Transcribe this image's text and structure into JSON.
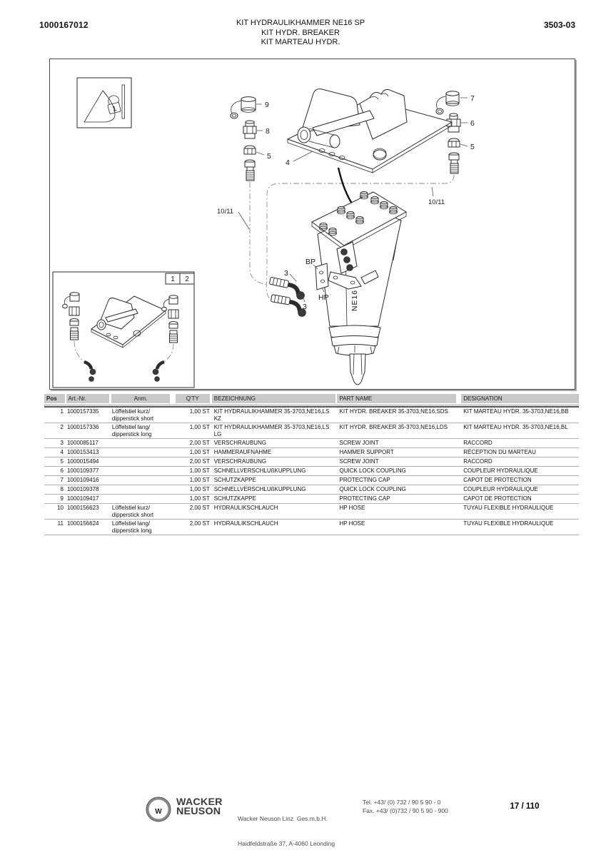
{
  "header": {
    "doc_number": "1000167012",
    "title_line1": "KIT HYDRAULIKHAMMER NE16 SP",
    "title_line2": "KIT HYDR. BREAKER",
    "title_line3": "KIT MARTEAU HYDR.",
    "page_code": "3503-03"
  },
  "diagram": {
    "symbol_lock_digit": "1",
    "callout_9": "9",
    "callout_8": "8",
    "callout_5_left": "5",
    "callout_4": "4",
    "callout_7": "7",
    "callout_6": "6",
    "callout_5_right": "5",
    "callout_3_top": "3",
    "callout_3_bottom": "3",
    "label_bp": "BP",
    "label_hp": "HP",
    "hammer_model": "NE16",
    "hose_ref_left": "10/11",
    "hose_ref_right": "10/11",
    "inset_ref_1": "1",
    "inset_ref_2": "2"
  },
  "table": {
    "columns": [
      "Pos",
      "Art.-Nr.",
      "Anm.",
      "Q'TY",
      "BEZEICHNUNG",
      "PART NAME",
      "DESIGNATION"
    ],
    "rows": [
      {
        "pos": "1",
        "art_nr": "1000157335",
        "anm": "Löffelstiel kurz/\ndipperstick short",
        "qty": "1,00  ST",
        "bezeichnung": "KIT HYDRAULIKHAMMER 35-3703,NE16,LS\nKZ",
        "part_name": "KIT HYDR. BREAKER 35-3703,NE16,SDS",
        "designation": "KIT MARTEAU HYDR. 35-3703,NE16,BB"
      },
      {
        "pos": "2",
        "art_nr": "1000157336",
        "anm": "Löffelstiel lang/\ndipperstick long",
        "qty": "1,00  ST",
        "bezeichnung": "KIT HYDRAULIKHAMMER 35-3703,NE16,LS\nLG",
        "part_name": "KIT HYDR. BREAKER 35-3703,NE16,LDS",
        "designation": "KIT MARTEAU HYDR. 35-3703,NE16,BL"
      },
      {
        "pos": "3",
        "art_nr": "1000085117",
        "anm": "",
        "qty": "2,00  ST",
        "bezeichnung": "VERSCHRAUBUNG",
        "part_name": "SCREW JOINT",
        "designation": "RACCORD"
      },
      {
        "pos": "4",
        "art_nr": "1000153413",
        "anm": "",
        "qty": "1,00  ST",
        "bezeichnung": "HAMMERAUFNAHME",
        "part_name": "HAMMER SUPPORT",
        "designation": "RÉCEPTION DU MARTEAU"
      },
      {
        "pos": "5",
        "art_nr": "1000015494",
        "anm": "",
        "qty": "2,00  ST",
        "bezeichnung": "VERSCHRAUBUNG",
        "part_name": "SCREW JOINT",
        "designation": "RACCORD"
      },
      {
        "pos": "6",
        "art_nr": "1000109377",
        "anm": "",
        "qty": "1,00  ST",
        "bezeichnung": "SCHNELLVERSCHLUßKUPPLUNG",
        "part_name": "QUICK LOCK COUPLING",
        "designation": "COUPLEUR HYDRAULIQUE"
      },
      {
        "pos": "7",
        "art_nr": "1000109416",
        "anm": "",
        "qty": "1,00  ST",
        "bezeichnung": "SCHUTZKAPPE",
        "part_name": "PROTECTING CAP",
        "designation": "CAPOT DE PROTECTION"
      },
      {
        "pos": "8",
        "art_nr": "1000109378",
        "anm": "",
        "qty": "1,00  ST",
        "bezeichnung": "SCHNELLVERSCHLUßKUPPLUNG",
        "part_name": "QUICK LOCK COUPLING",
        "designation": "COUPLEUR HYDRAULIQUE"
      },
      {
        "pos": "9",
        "art_nr": "1000109417",
        "anm": "",
        "qty": "1,00  ST",
        "bezeichnung": "SCHUTZKAPPE",
        "part_name": "PROTECTING CAP",
        "designation": "CAPOT DE PROTECTION"
      },
      {
        "pos": "10",
        "art_nr": "1000156623",
        "anm": "Löffelstiel kurz/\ndipperstick short",
        "qty": "2,00  ST",
        "bezeichnung": "HYDRAULIKSCHLAUCH",
        "part_name": "HP HOSE",
        "designation": "TUYAU FLEXIBLE HYDRAULIQUE"
      },
      {
        "pos": "11",
        "art_nr": "1000156624",
        "anm": "Löffelstiel lang/\ndipperstick long",
        "qty": "2,00  ST",
        "bezeichnung": "HYDRAULIKSCHLAUCH",
        "part_name": "HP HOSE",
        "designation": "TUYAU FLEXIBLE HYDRAULIQUE"
      }
    ]
  },
  "footer": {
    "logo_letter": "W",
    "brand_line1": "WACKER",
    "brand_line2": "NEUSON",
    "company_line1": "Wacker Neuson Linz  Ges.m.b.H.",
    "company_line2": "Haidfeldstraße 37, A-4060 Leonding",
    "tel": "Tel. +43/ (0) 732 / 90 5 90 - 0",
    "fax": "Fax. +43/ (0)732 / 90 5 90 - 900",
    "page": "17 / 110",
    "brand_red": "#c8232c"
  }
}
